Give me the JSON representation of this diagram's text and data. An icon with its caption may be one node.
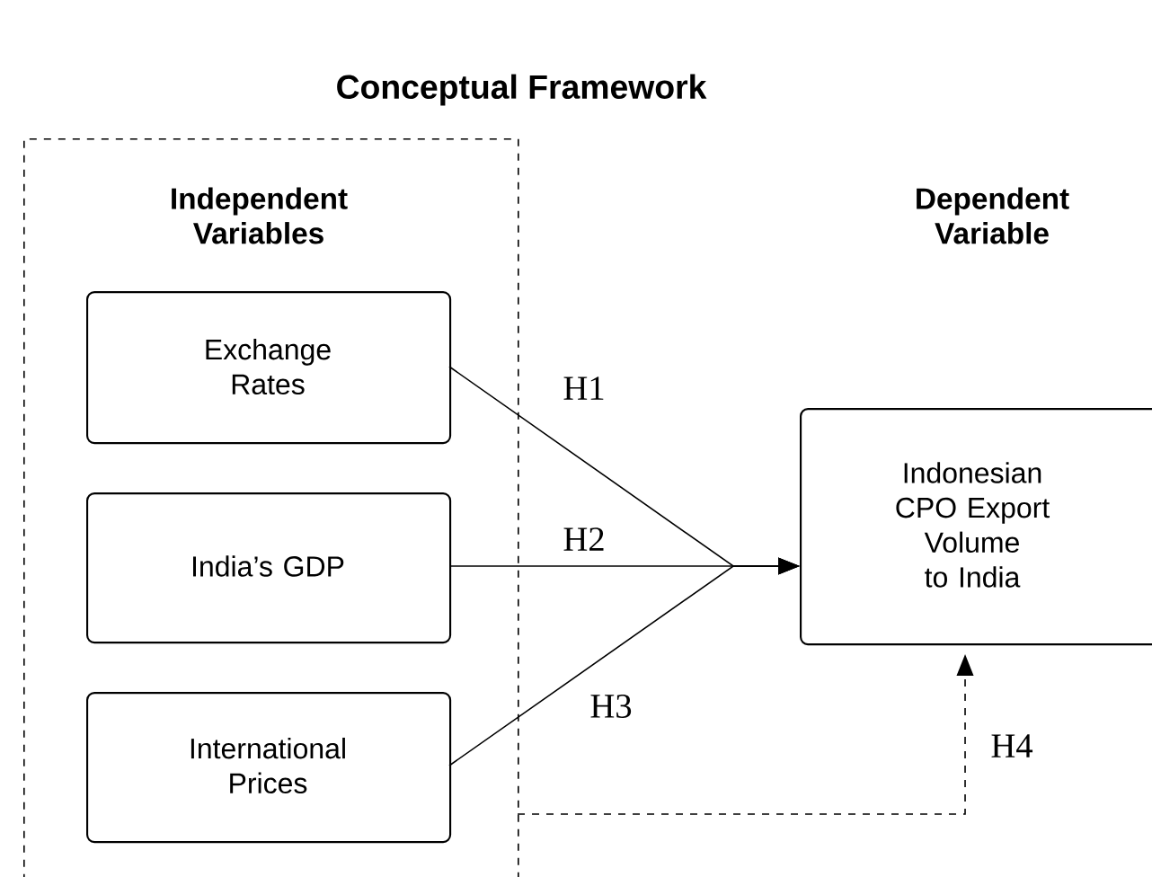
{
  "diagram": {
    "title": "Conceptual Framework",
    "nodes": [
      {
        "text": [
          "Independent Variables"
        ]
      },
      {
        "text": [
          "Exchange Rates"
        ],
        "in": 0
      },
      {
        "text": [
          "India’s GDP"
        ],
        "in": 0
      },
      {
        "text": [
          "International Prices"
        ],
        "in": 0
      },
      {
        "text": [
          "Indonesian CPO Export Volume to India"
        ]
      }
    ],
    "labels": [
      "Dependent Variable"
    ],
    "edges": [
      {
        "from": 1,
        "to": 4,
        "arrow": "to",
        "label": "H1"
      },
      {
        "from": 2,
        "to": 4,
        "arrow": "to",
        "label": "H2"
      },
      {
        "from": 3,
        "to": 4,
        "arrow": "to",
        "label": "H3"
      },
      {
        "from": 0,
        "to": 4,
        "arrow": "to",
        "label": "H4",
        "style": "dashed"
      }
    ]
  }
}
